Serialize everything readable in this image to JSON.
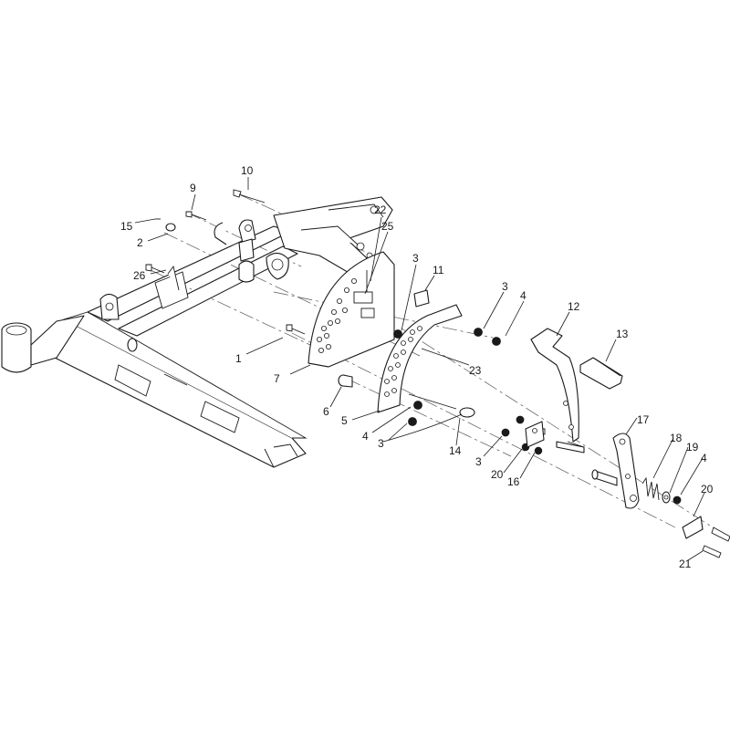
{
  "callouts": [
    {
      "id": "c10a",
      "label": "10"
    },
    {
      "id": "c9",
      "label": "9"
    },
    {
      "id": "c15",
      "label": "15"
    },
    {
      "id": "c2",
      "label": "2"
    },
    {
      "id": "c26",
      "label": "26"
    },
    {
      "id": "c22",
      "label": "22"
    },
    {
      "id": "c25",
      "label": "25"
    },
    {
      "id": "c3a",
      "label": "3"
    },
    {
      "id": "c11",
      "label": "11"
    },
    {
      "id": "c3b",
      "label": "3"
    },
    {
      "id": "c4a",
      "label": "4"
    },
    {
      "id": "c12",
      "label": "12"
    },
    {
      "id": "c13",
      "label": "13"
    },
    {
      "id": "c1",
      "label": "1"
    },
    {
      "id": "c7",
      "label": "7"
    },
    {
      "id": "c23",
      "label": "23"
    },
    {
      "id": "c6",
      "label": "6"
    },
    {
      "id": "c5",
      "label": "5"
    },
    {
      "id": "c4b",
      "label": "4"
    },
    {
      "id": "c3c",
      "label": "3"
    },
    {
      "id": "c14",
      "label": "14"
    },
    {
      "id": "c3d",
      "label": "3"
    },
    {
      "id": "c20a",
      "label": "20"
    },
    {
      "id": "c16",
      "label": "16"
    },
    {
      "id": "c17",
      "label": "17"
    },
    {
      "id": "c18",
      "label": "18"
    },
    {
      "id": "c19",
      "label": "19"
    },
    {
      "id": "c4c",
      "label": "4"
    },
    {
      "id": "c20b",
      "label": "20"
    },
    {
      "id": "c21",
      "label": "21"
    }
  ]
}
